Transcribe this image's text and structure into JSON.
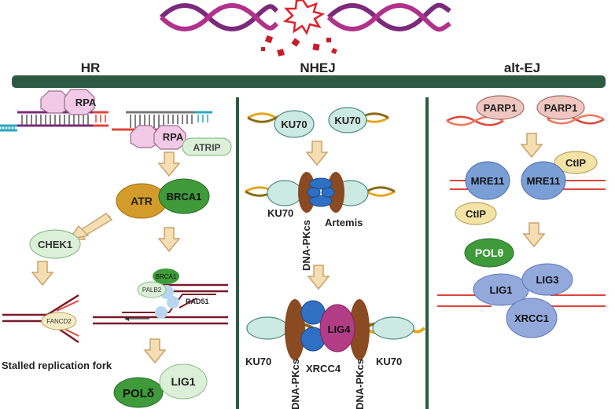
{
  "headers": {
    "hr": "HR",
    "nhej": "NHEJ",
    "altej": "alt-EJ"
  },
  "hr": {
    "rpa1": "RPA",
    "rpa2": "RPA",
    "atrip": "ATRIP",
    "atr": "ATR",
    "brca1": "BRCA1",
    "chek1": "CHEK1",
    "brca1_small": "BRCA1",
    "palb2": "PALB2",
    "rad51": "RAD51",
    "fancd2": "FANCD2",
    "stalled_fork": "Stalled replication fork",
    "pold": "POLδ",
    "lig1": "LIG1"
  },
  "nhej": {
    "ku70_a": "KU70",
    "ku70_b": "KU70",
    "ku70_c": "KU70",
    "artemis": "Artemis",
    "dnapkcs_vertical": "DNA-PKcs",
    "lig4": "LIG4",
    "xrcc4": "XRCC4",
    "ku70_d": "KU70",
    "ku70_e": "KU70",
    "dnapkcs_left": "DNA-PKcs",
    "dnapkcs_right": "DNA-PKcs"
  },
  "altej": {
    "parp1_a": "PARP1",
    "parp1_b": "PARP1",
    "ctip_a": "CtIP",
    "mre11_a": "MRE11",
    "mre11_b": "MRE11",
    "ctip_b": "CtIP",
    "poltheta": "POLθ",
    "lig1": "LIG1",
    "lig3": "LIG3",
    "xrcc1": "XRCC1"
  },
  "colors": {
    "bar": "#2d5a43",
    "divider": "#2d5a43",
    "arrow_fill": "#f5deb3",
    "arrow_stroke": "#c9a46a",
    "rpa": "#f2c9e6",
    "atr": "#d39b2a",
    "green": "#3f9a3a",
    "light_green": "#dcefd8",
    "ku": "#cde9e3",
    "dnapkcs": "#8a4a22",
    "artemis": "#2f6fc4",
    "lig4": "#b23c86",
    "parp1": "#f0c6c0",
    "mre11": "#7a9fd6",
    "ctip": "#f3e3a5",
    "lig_blue": "#93a9dc",
    "dna_purple": "#7b2a7b",
    "dna_magenta": "#b0328a",
    "dna_red": "#e0443a",
    "dna_orange": "#e6a51e"
  }
}
